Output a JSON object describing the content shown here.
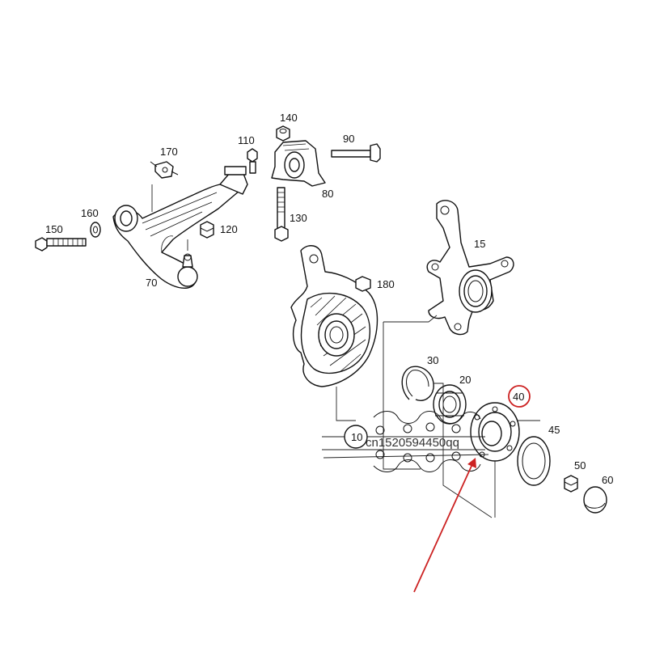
{
  "labels": {
    "p10": "10",
    "p15": "15",
    "p20": "20",
    "p30": "30",
    "p40": "40",
    "p45": "45",
    "p50": "50",
    "p60": "60",
    "p70": "70",
    "p80": "80",
    "p90": "90",
    "p110": "110",
    "p120": "120",
    "p130": "130",
    "p140": "140",
    "p150": "150",
    "p160": "160",
    "p170": "170",
    "p180": "180"
  },
  "watermark": "cn1520594450qq",
  "colors": {
    "highlight": "#cc2222",
    "line": "#111111"
  }
}
